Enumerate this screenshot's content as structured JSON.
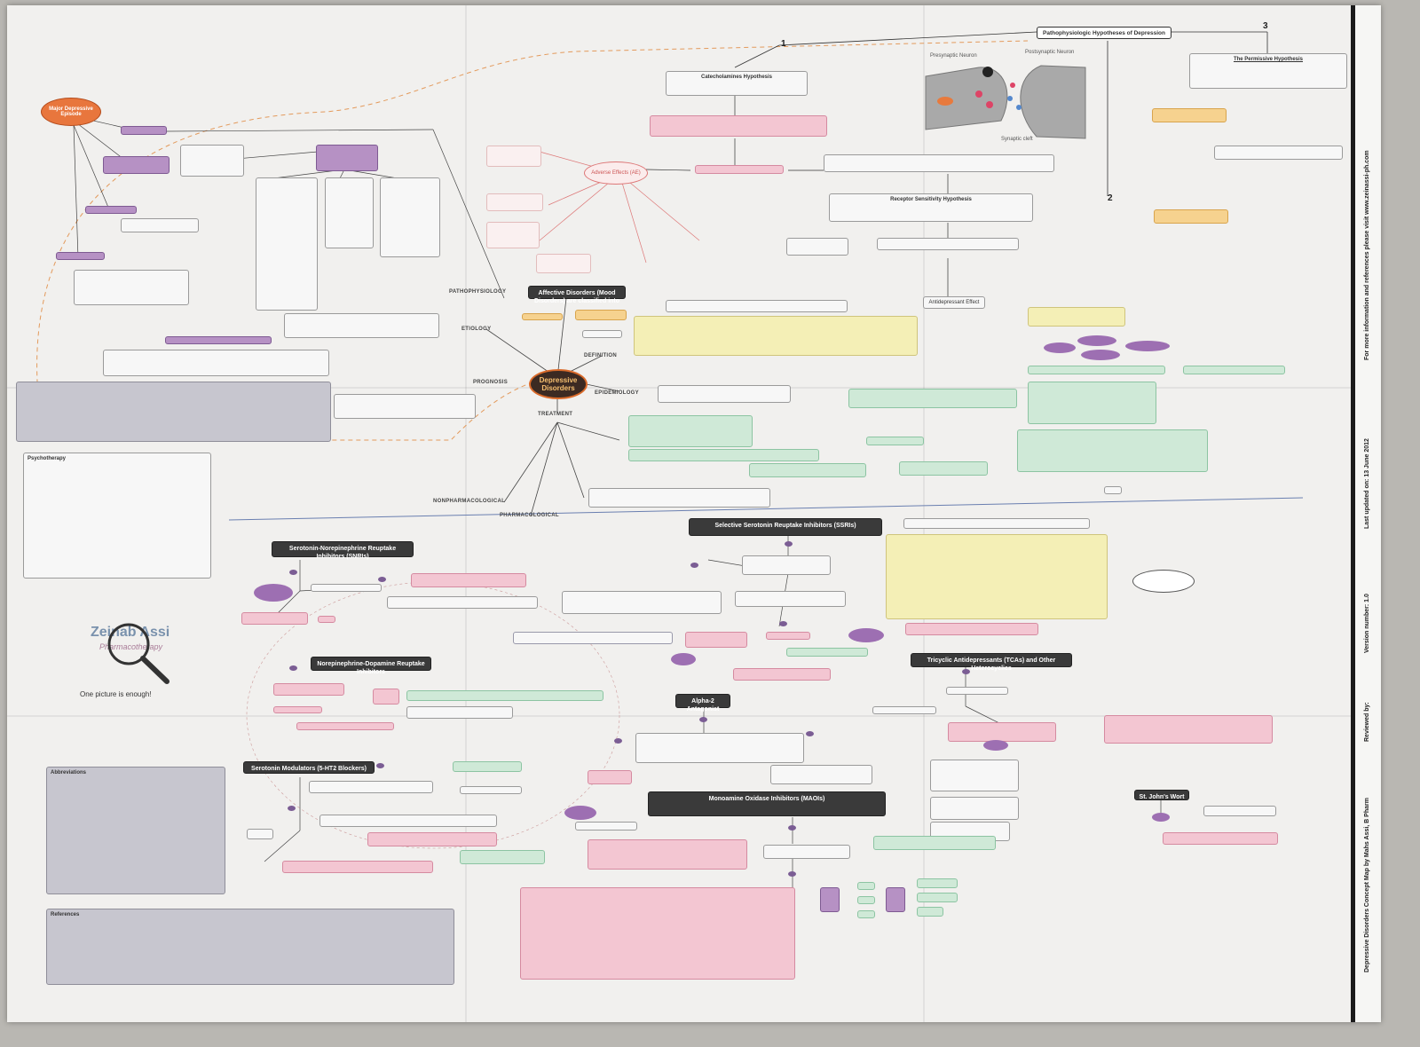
{
  "map": {
    "center": "Depressive Disorders",
    "top_header": "Pathophysiologic Hypotheses of Depression",
    "hypotheses": [
      {
        "number": "1",
        "title": "Catecholamines Hypothesis"
      },
      {
        "number": "2",
        "title": "Receptor Sensitivity Hypothesis"
      },
      {
        "number": "3",
        "title": "The Permissive Hypothesis"
      }
    ],
    "neuron_labels": {
      "pre": "Presynaptic Neuron",
      "post": "Postsynaptic Neuron",
      "cleft": "Synaptic cleft"
    },
    "affective": "Affective Disorders (Mood Disorders) are classified into",
    "major_episode": "Major Depressive Episode",
    "branches": {
      "pathophysiology": "PATHOPHYSIOLOGY",
      "etiology": "ETIOLOGY",
      "definition": "DEFINITION",
      "prognosis": "PROGNOSIS",
      "epidemiology": "EPIDEMIOLOGY",
      "treatment": "TREATMENT",
      "nonpharm": "NONPHARMACOLOGICAL",
      "pharm": "PHARMACOLOGICAL"
    },
    "adverse_effects": "Adverse Effects (AE)",
    "antidepressant_effect": "Antidepressant Effect",
    "drug_classes": [
      "Selective Serotonin Reuptake Inhibitors (SSRIs)",
      "Serotonin-Norepinephrine Reuptake Inhibitors (SNRIs)",
      "Norepinephrine-Dopamine Reuptake Inhibitors",
      "Tricyclic Antidepressants (TCAs) and Other Heterocyclics",
      "Serotonin Modulators (5-HT2 Blockers)",
      "Alpha-2 Antagonist",
      "Monoamine Oxidase Inhibitors (MAOIs)",
      "St. John's Wort"
    ],
    "psychotherapy": "Psychotherapy",
    "abbreviations": "Abbreviations",
    "references": "References"
  },
  "logo": {
    "name": "Zeinab Assi",
    "subtitle": "Pharmacotherapy",
    "tagline": "One picture is enough!"
  },
  "sidebar": {
    "line1": "For more information and references please visit www.zeinassi-ph.com",
    "line2": "Last updated on: 13 June 2012",
    "line3": "Version number: 1.0",
    "line4": "Reviewed by:",
    "line5": "Depressive Disorders Concept Map by Mahs Assi, B Pharm"
  },
  "colors": {
    "title_box": "#3a3a3a",
    "pink": "#f3c6d2",
    "green": "#cfe9d7",
    "yellow": "#f4efb6",
    "orange_node": "#e8763d",
    "purple": "#b691c4",
    "center_node": "#3c2a22"
  }
}
